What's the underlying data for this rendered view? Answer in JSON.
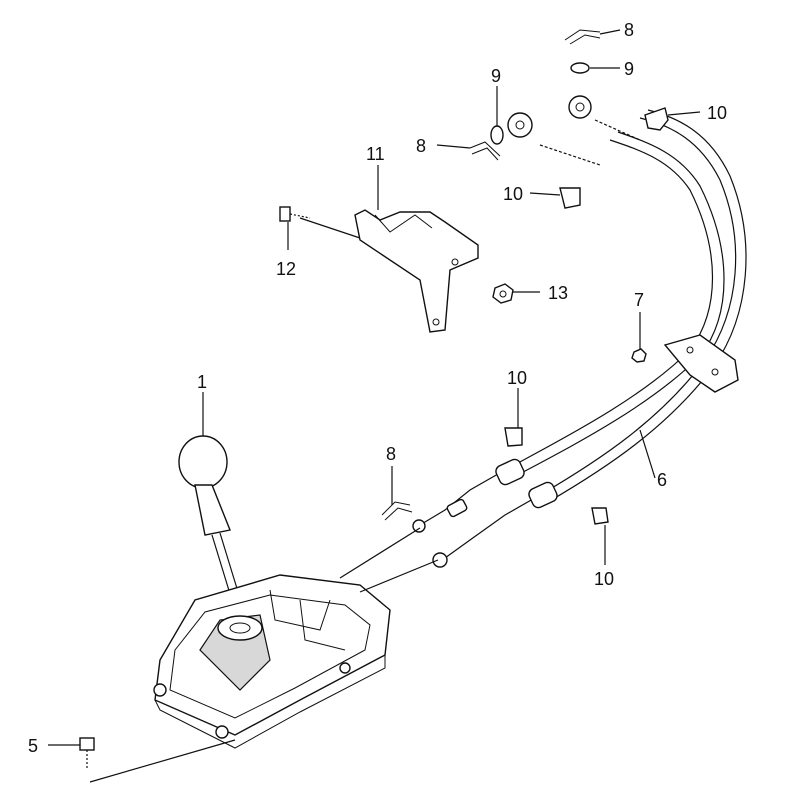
{
  "callouts": {
    "c1": "1",
    "c5": "5",
    "c6": "6",
    "c7": "7",
    "c8_top": "8",
    "c8_mid": "8",
    "c8_low": "8",
    "c9_top": "9",
    "c9_mid": "9",
    "c10_tr": "10",
    "c10_mid": "10",
    "c10_center": "10",
    "c10_low": "10",
    "c11": "11",
    "c12": "12",
    "c13": "13"
  }
}
